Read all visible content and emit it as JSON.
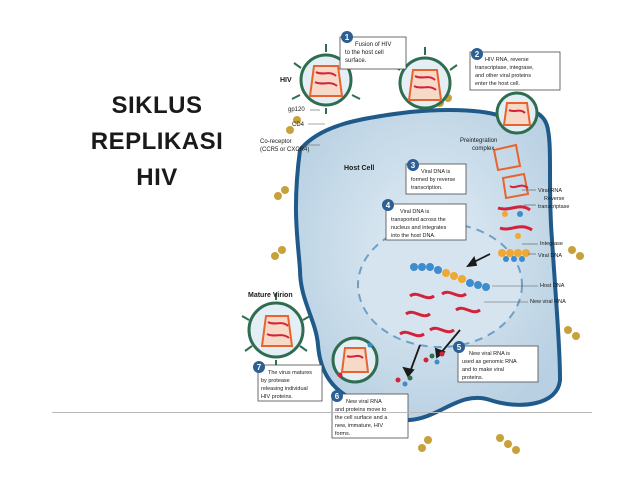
{
  "slide": {
    "title_lines": [
      "SIKLUS",
      "REPLIKASI",
      "HIV"
    ]
  },
  "diagram": {
    "labels": {
      "hiv": "HIV",
      "gp120": "gp120",
      "cd4": "CD4",
      "coreceptor_1": "Co-receptor",
      "coreceptor_2": "(CCR5 or CXCR4)",
      "host_cell": "Host Cell",
      "preintegration_1": "Preintegration",
      "preintegration_2": "complex",
      "viral_rna": "Viral RNA",
      "reverse_1": "Reverse",
      "reverse_2": "transcriptase",
      "integrase": "Integrase",
      "viral_dna": "Viral DNA",
      "host_dna": "Host DNA",
      "new_viral_rna": "New viral RNA",
      "mature_virion": "Mature Virion"
    },
    "steps": [
      {
        "num": "1",
        "lines": [
          "Fusion of HIV",
          "to the host cell",
          "surface."
        ]
      },
      {
        "num": "2",
        "lines": [
          "HIV RNA, reverse",
          "transcriptase, integrase,",
          "and other viral proteins",
          "enter the host cell."
        ]
      },
      {
        "num": "3",
        "lines": [
          "Viral DNA is",
          "formed by reverse",
          "transcription."
        ]
      },
      {
        "num": "4",
        "lines": [
          "Viral DNA is",
          "transported across the",
          "nucleus and integrates",
          "into the host DNA."
        ]
      },
      {
        "num": "5",
        "lines": [
          "New viral RNA is",
          "used as genomic RNA",
          "and to make viral",
          "proteins."
        ]
      },
      {
        "num": "6",
        "lines": [
          "New viral RNA",
          "and proteins move to",
          "the cell surface and a",
          "new, immature, HIV",
          "forms."
        ]
      },
      {
        "num": "7",
        "lines": [
          "The virus matures",
          "by protease",
          "releasing individual",
          "HIV proteins."
        ]
      }
    ]
  },
  "colors": {
    "membrane": "#1f5a8a",
    "cytoplasm": "#c9dcea",
    "step_circle": "#2c5f93",
    "virus_envelope": "#e4eef5",
    "capsid": "#e8632e",
    "rna": "#d3223a",
    "dna_blue": "#3d8ccc",
    "dna_orange": "#f0a830",
    "title": "#1a1a1a"
  }
}
